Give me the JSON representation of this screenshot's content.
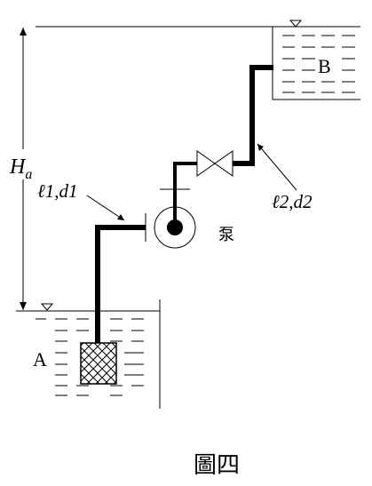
{
  "diagram": {
    "head_label_base": "H",
    "head_label_sub": "a",
    "pipe1_label": "ℓ1,d1",
    "pipe2_label": "ℓ2,d2",
    "pump_label": "泵",
    "tank_a_label": "A",
    "tank_b_label": "B",
    "caption": "圖四"
  }
}
